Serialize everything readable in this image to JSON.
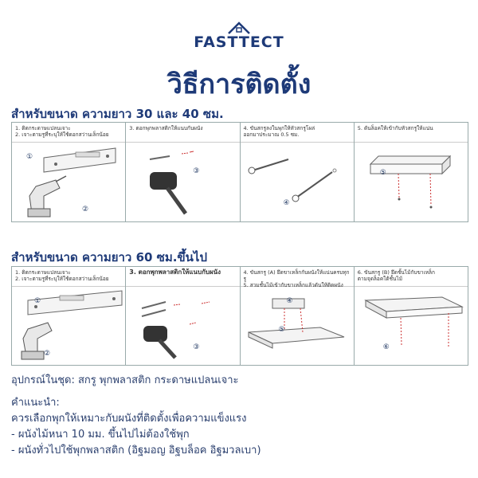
{
  "brand": {
    "name": "FASTTECT"
  },
  "title": "วิธีการติดตั้ง",
  "section_small": {
    "heading": "สำหรับขนาด ความยาว 30 และ 40 ซม.",
    "steps": [
      {
        "lines": [
          "1. ติดกระดาษแปลนเจาะ",
          "2. เจาะตามรูที่ระบุให้ใช้ดอกสว่านเล็กน้อย"
        ],
        "markers": [
          "①",
          "②"
        ]
      },
      {
        "lines": [
          "3. ตอกพุกพลาสติกให้แนบกับผนัง"
        ],
        "markers": [
          "③"
        ]
      },
      {
        "lines": [
          "4. ขันสกรูลงในพุกให้หัวสกรูโผล่",
          "ออกมาประมาณ 0.5 ซม."
        ],
        "markers": [
          "④"
        ]
      },
      {
        "lines": [
          "5. ดันล็อคให้เข้ากับหัวสกรูให้แน่น"
        ],
        "markers": [
          "⑤"
        ]
      }
    ]
  },
  "section_large": {
    "heading": "สำหรับขนาด ความยาว 60 ซม.ขึ้นไป",
    "steps": [
      {
        "lines": [
          "1. ติดกระดาษแปลนเจาะ",
          "2. เจาะตามรูที่ระบุให้ใช้ดอกสว่านเล็กน้อย"
        ],
        "markers": [
          "①",
          "②"
        ]
      },
      {
        "lines": [
          "3. ตอกพุกพลาสติกให้แนบกับผนัง"
        ],
        "markers": [
          "③"
        ]
      },
      {
        "lines": [
          "4. ขันสกรู (A) ยึดขาเหล็กกับผนังให้แน่นครบทุกรู",
          "5. สวมชั้นไม้เข้ากับขาเหล็กแล้วดันให้ติดผนัง"
        ],
        "markers": [
          "④",
          "⑤"
        ]
      },
      {
        "lines": [
          "6. ขันสกรู (B) ยึดชั้นไม้กับขาเหล็ก",
          "ตามจุดล็อคใต้ชั้นไม้"
        ],
        "markers": [
          "⑥"
        ]
      }
    ]
  },
  "info": {
    "equipment": "อุปกรณ์ในชุด: สกรู พุกพลาสติก กระดาษแปลนเจาะ",
    "advice_title": "คำแนะนำ:",
    "advice_lines": [
      "ควรเลือกพุกให้เหมาะกับผนังที่ติดตั้งเพื่อความแข็งแรง",
      "- ผนังไม้หนา 10 มม. ขึ้นไปไม่ต้องใช้พุก",
      "- ผนังทั่วไปใช้พุกพลาสติก (อิฐมอญ อิฐบล็อค อิฐมวลเบา)"
    ]
  },
  "colors": {
    "brand": "#1e3a78",
    "text": "#2a3f6e"
  }
}
